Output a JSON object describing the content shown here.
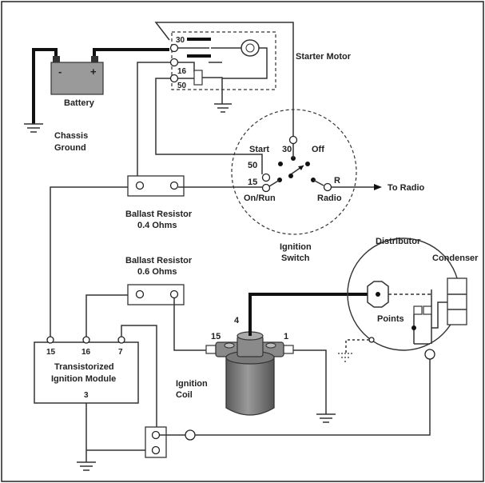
{
  "labels": {
    "battery": "Battery",
    "battery_minus": "-",
    "battery_plus": "+",
    "chassis_ground_1": "Chassis",
    "chassis_ground_2": "Ground",
    "starter_motor": "Starter Motor",
    "relay_30": "30",
    "relay_16": "16",
    "relay_50": "50",
    "sw_start": "Start",
    "sw_30": "30",
    "sw_off": "Off",
    "sw_50": "50",
    "sw_15": "15",
    "sw_onrun": "On/Run",
    "sw_r": "R",
    "sw_radio": "Radio",
    "to_radio": "To Radio",
    "ballast1_a": "Ballast Resistor",
    "ballast1_b": "0.4 Ohms",
    "ignition_switch_a": "Ignition",
    "ignition_switch_b": "Switch",
    "ballast2_a": "Ballast Resistor",
    "ballast2_b": "0.6 Ohms",
    "distributor": "Distributor",
    "condenser": "Condenser",
    "points": "Points",
    "coil_4": "4",
    "coil_15": "15",
    "coil_1": "1",
    "mod_15": "15",
    "mod_16": "16",
    "mod_7": "7",
    "module_a": "Transistorized",
    "module_b": "Ignition Module",
    "mod_3": "3",
    "ignition_coil_a": "Ignition",
    "ignition_coil_b": "Coil"
  },
  "colors": {
    "wire": "#333333",
    "battery_body": "#9a9a9a",
    "coil_body": "#6e6e6e",
    "background": "#ffffff"
  }
}
